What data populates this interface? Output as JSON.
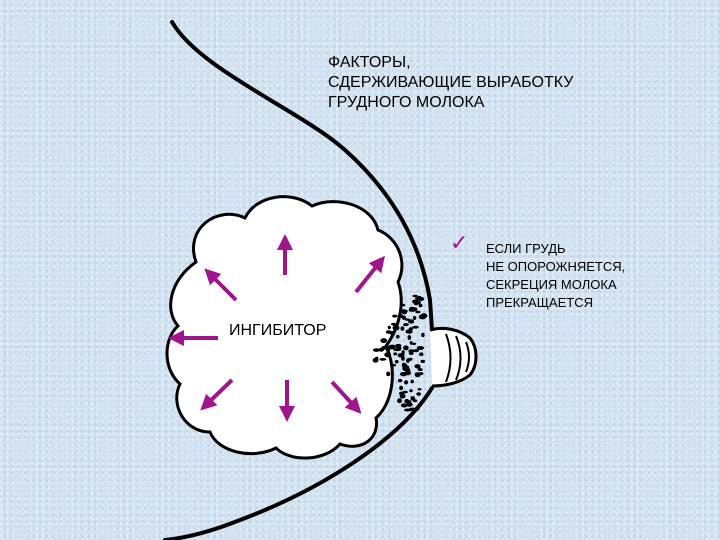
{
  "title": {
    "lines": [
      "ФАКТОРЫ,",
      "СДЕРЖИВАЮЩИЕ ВЫРАБОТКУ",
      "ГРУДНОГО МОЛОКА"
    ]
  },
  "note": {
    "check_icon": "✓",
    "lines": [
      "ЕСЛИ ГРУДЬ",
      "НЕ ОПОРОЖНЯЕТСЯ,",
      "СЕКРЕЦИЯ МОЛОКА",
      "ПРЕКРАЩАЕТСЯ"
    ]
  },
  "diagram": {
    "inhibitor_label": "ИНГИБИТОР",
    "arrow_color": "#a0148c",
    "outline_color": "#000000"
  }
}
